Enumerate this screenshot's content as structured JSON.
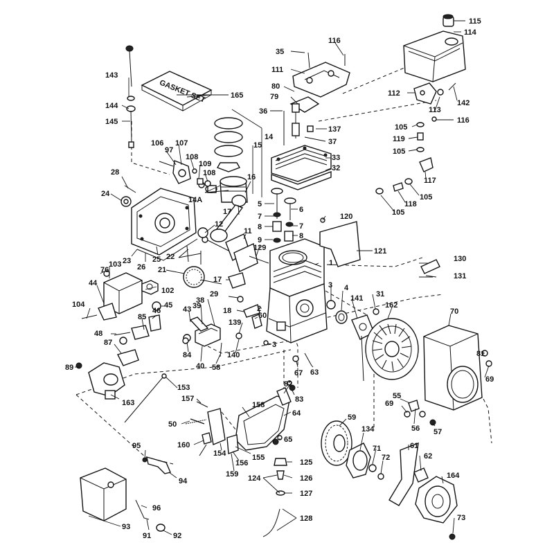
{
  "diagram": {
    "gasket_set_text": "GASKET SET",
    "callouts": [
      {
        "id": "c115",
        "text": "115"
      },
      {
        "id": "c114",
        "text": "114"
      },
      {
        "id": "c116a",
        "text": "116"
      },
      {
        "id": "c35",
        "text": "35"
      },
      {
        "id": "c111",
        "text": "111"
      },
      {
        "id": "c143",
        "text": "143"
      },
      {
        "id": "c165",
        "text": "165"
      },
      {
        "id": "c80",
        "text": "80"
      },
      {
        "id": "c79",
        "text": "79"
      },
      {
        "id": "c112",
        "text": "112"
      },
      {
        "id": "c113",
        "text": "113"
      },
      {
        "id": "c142",
        "text": "142"
      },
      {
        "id": "c144",
        "text": "144"
      },
      {
        "id": "c36",
        "text": "36"
      },
      {
        "id": "c145",
        "text": "145"
      },
      {
        "id": "c137",
        "text": "137"
      },
      {
        "id": "c14",
        "text": "14"
      },
      {
        "id": "c15",
        "text": "15"
      },
      {
        "id": "c105a",
        "text": "105"
      },
      {
        "id": "c116b",
        "text": "116"
      },
      {
        "id": "c37",
        "text": "37"
      },
      {
        "id": "c119",
        "text": "119"
      },
      {
        "id": "c106",
        "text": "106"
      },
      {
        "id": "c107",
        "text": "107"
      },
      {
        "id": "c97",
        "text": "97"
      },
      {
        "id": "c105b",
        "text": "105"
      },
      {
        "id": "c33",
        "text": "33"
      },
      {
        "id": "c108a",
        "text": "108"
      },
      {
        "id": "c109",
        "text": "109"
      },
      {
        "id": "c32",
        "text": "32"
      },
      {
        "id": "c28",
        "text": "28"
      },
      {
        "id": "c108b",
        "text": "108"
      },
      {
        "id": "c16",
        "text": "16"
      },
      {
        "id": "c117",
        "text": "117"
      },
      {
        "id": "c24",
        "text": "24"
      },
      {
        "id": "c14A",
        "text": "14A"
      },
      {
        "id": "c118",
        "text": "118"
      },
      {
        "id": "c105c",
        "text": "105"
      },
      {
        "id": "c5",
        "text": "5"
      },
      {
        "id": "c6",
        "text": "6"
      },
      {
        "id": "c105d",
        "text": "105"
      },
      {
        "id": "c17a",
        "text": "17"
      },
      {
        "id": "c7a",
        "text": "7"
      },
      {
        "id": "c7b",
        "text": "7"
      },
      {
        "id": "c120",
        "text": "120"
      },
      {
        "id": "c12",
        "text": "12"
      },
      {
        "id": "c8a",
        "text": "8"
      },
      {
        "id": "c8b",
        "text": "8"
      },
      {
        "id": "c11",
        "text": "11"
      },
      {
        "id": "c9",
        "text": "9"
      },
      {
        "id": "c22",
        "text": "22"
      },
      {
        "id": "c121",
        "text": "121"
      },
      {
        "id": "c129",
        "text": "129"
      },
      {
        "id": "c23",
        "text": "23"
      },
      {
        "id": "c26",
        "text": "26"
      },
      {
        "id": "c25",
        "text": "25"
      },
      {
        "id": "c130",
        "text": "130"
      },
      {
        "id": "c1",
        "text": "1"
      },
      {
        "id": "c103",
        "text": "103"
      },
      {
        "id": "c76",
        "text": "76"
      },
      {
        "id": "c21",
        "text": "21"
      },
      {
        "id": "c131",
        "text": "131"
      },
      {
        "id": "c17b",
        "text": "17"
      },
      {
        "id": "c44",
        "text": "44"
      },
      {
        "id": "c102",
        "text": "102"
      },
      {
        "id": "c3a",
        "text": "3"
      },
      {
        "id": "c4",
        "text": "4"
      },
      {
        "id": "c29",
        "text": "29"
      },
      {
        "id": "c38",
        "text": "38"
      },
      {
        "id": "c141",
        "text": "141"
      },
      {
        "id": "c31",
        "text": "31"
      },
      {
        "id": "c104",
        "text": "104"
      },
      {
        "id": "c39",
        "text": "39"
      },
      {
        "id": "c2",
        "text": "2"
      },
      {
        "id": "c162",
        "text": "162"
      },
      {
        "id": "c43",
        "text": "43"
      },
      {
        "id": "c70",
        "text": "70"
      },
      {
        "id": "c46",
        "text": "46"
      },
      {
        "id": "c45",
        "text": "45"
      },
      {
        "id": "c18",
        "text": "18"
      },
      {
        "id": "c60",
        "text": "60"
      },
      {
        "id": "c85",
        "text": "85"
      },
      {
        "id": "c139",
        "text": "139"
      },
      {
        "id": "c48",
        "text": "48"
      },
      {
        "id": "c87",
        "text": "87"
      },
      {
        "id": "c3b",
        "text": "3"
      },
      {
        "id": "c84",
        "text": "84"
      },
      {
        "id": "c140",
        "text": "140"
      },
      {
        "id": "c40",
        "text": "40"
      },
      {
        "id": "c58",
        "text": "58"
      },
      {
        "id": "c81",
        "text": "81"
      },
      {
        "id": "c67",
        "text": "67"
      },
      {
        "id": "c63",
        "text": "63"
      },
      {
        "id": "c89",
        "text": "89"
      },
      {
        "id": "c69a",
        "text": "69"
      },
      {
        "id": "c82",
        "text": "82"
      },
      {
        "id": "c153",
        "text": "153"
      },
      {
        "id": "c83",
        "text": "83"
      },
      {
        "id": "c163",
        "text": "163"
      },
      {
        "id": "c157",
        "text": "157"
      },
      {
        "id": "c55",
        "text": "55"
      },
      {
        "id": "c158",
        "text": "158"
      },
      {
        "id": "c69b",
        "text": "69"
      },
      {
        "id": "c64",
        "text": "64"
      },
      {
        "id": "c56",
        "text": "56"
      },
      {
        "id": "c50",
        "text": "50"
      },
      {
        "id": "c57",
        "text": "57"
      },
      {
        "id": "c59",
        "text": "59"
      },
      {
        "id": "c134",
        "text": "134"
      },
      {
        "id": "c160",
        "text": "160"
      },
      {
        "id": "c65",
        "text": "65"
      },
      {
        "id": "c61",
        "text": "61"
      },
      {
        "id": "c95",
        "text": "95"
      },
      {
        "id": "c71",
        "text": "71"
      },
      {
        "id": "c154",
        "text": "154"
      },
      {
        "id": "c155",
        "text": "155"
      },
      {
        "id": "c62",
        "text": "62"
      },
      {
        "id": "c156",
        "text": "156"
      },
      {
        "id": "c72",
        "text": "72"
      },
      {
        "id": "c125",
        "text": "125"
      },
      {
        "id": "c94",
        "text": "94"
      },
      {
        "id": "c159",
        "text": "159"
      },
      {
        "id": "c164",
        "text": "164"
      },
      {
        "id": "c124",
        "text": "124"
      },
      {
        "id": "c126",
        "text": "126"
      },
      {
        "id": "c127",
        "text": "127"
      },
      {
        "id": "c96",
        "text": "96"
      },
      {
        "id": "c128",
        "text": "128"
      },
      {
        "id": "c73",
        "text": "73"
      },
      {
        "id": "c93",
        "text": "93"
      },
      {
        "id": "c91",
        "text": "91"
      },
      {
        "id": "c92",
        "text": "92"
      }
    ]
  }
}
